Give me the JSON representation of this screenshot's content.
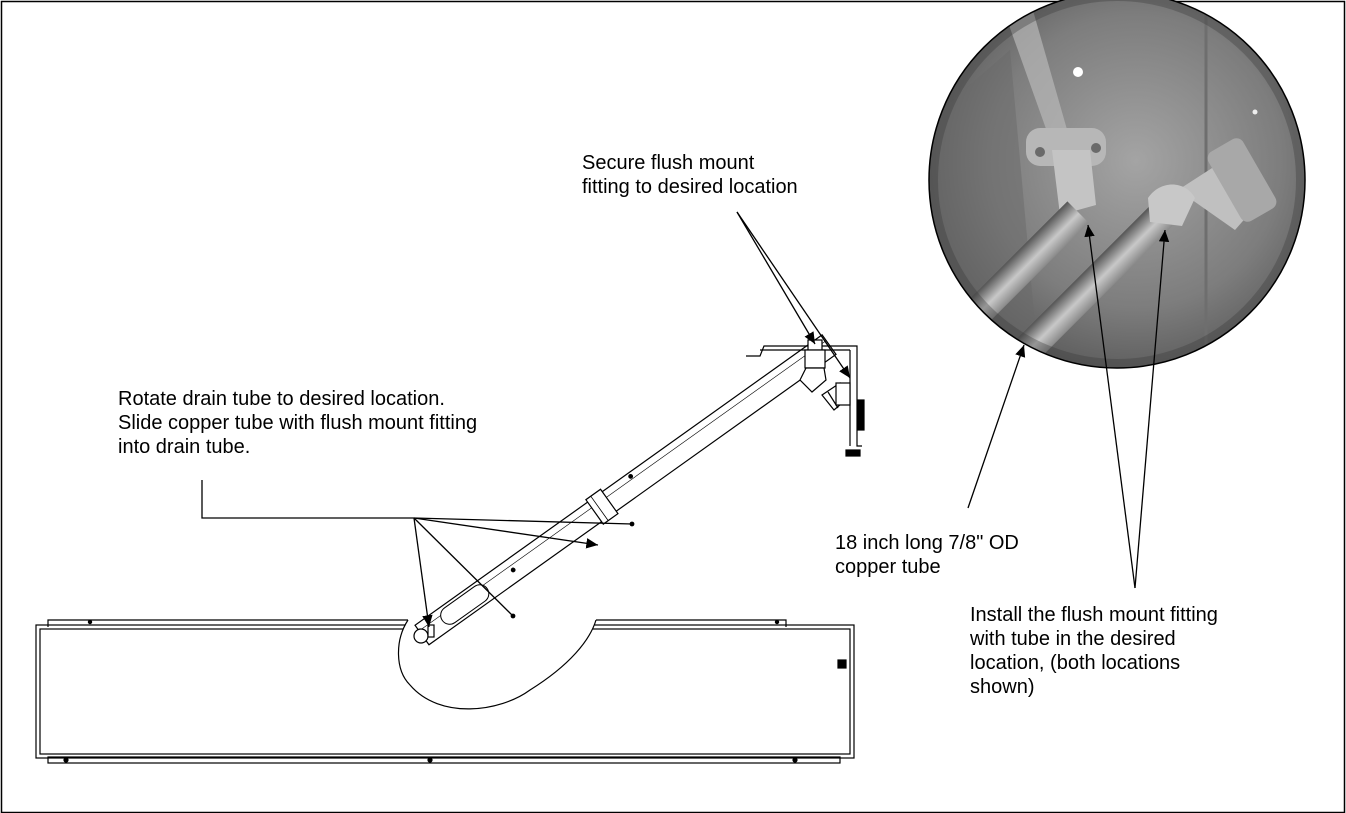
{
  "callouts": {
    "secure_fitting": [
      "Secure flush mount",
      "fitting to desired location"
    ],
    "rotate_tube": [
      "Rotate drain tube to desired location.",
      "Slide copper tube with flush mount fitting",
      "into drain tube."
    ],
    "copper_tube": [
      "18 inch long 7/8\" OD",
      "copper tube"
    ],
    "install_fitting": [
      "Install the flush mount fitting",
      "with tube in the desired",
      "location, (both locations",
      "shown)"
    ]
  },
  "colors": {
    "line": "#000000",
    "photo_dark": "#5a5a5a",
    "photo_light": "#9a9a9a",
    "background": "#ffffff"
  }
}
